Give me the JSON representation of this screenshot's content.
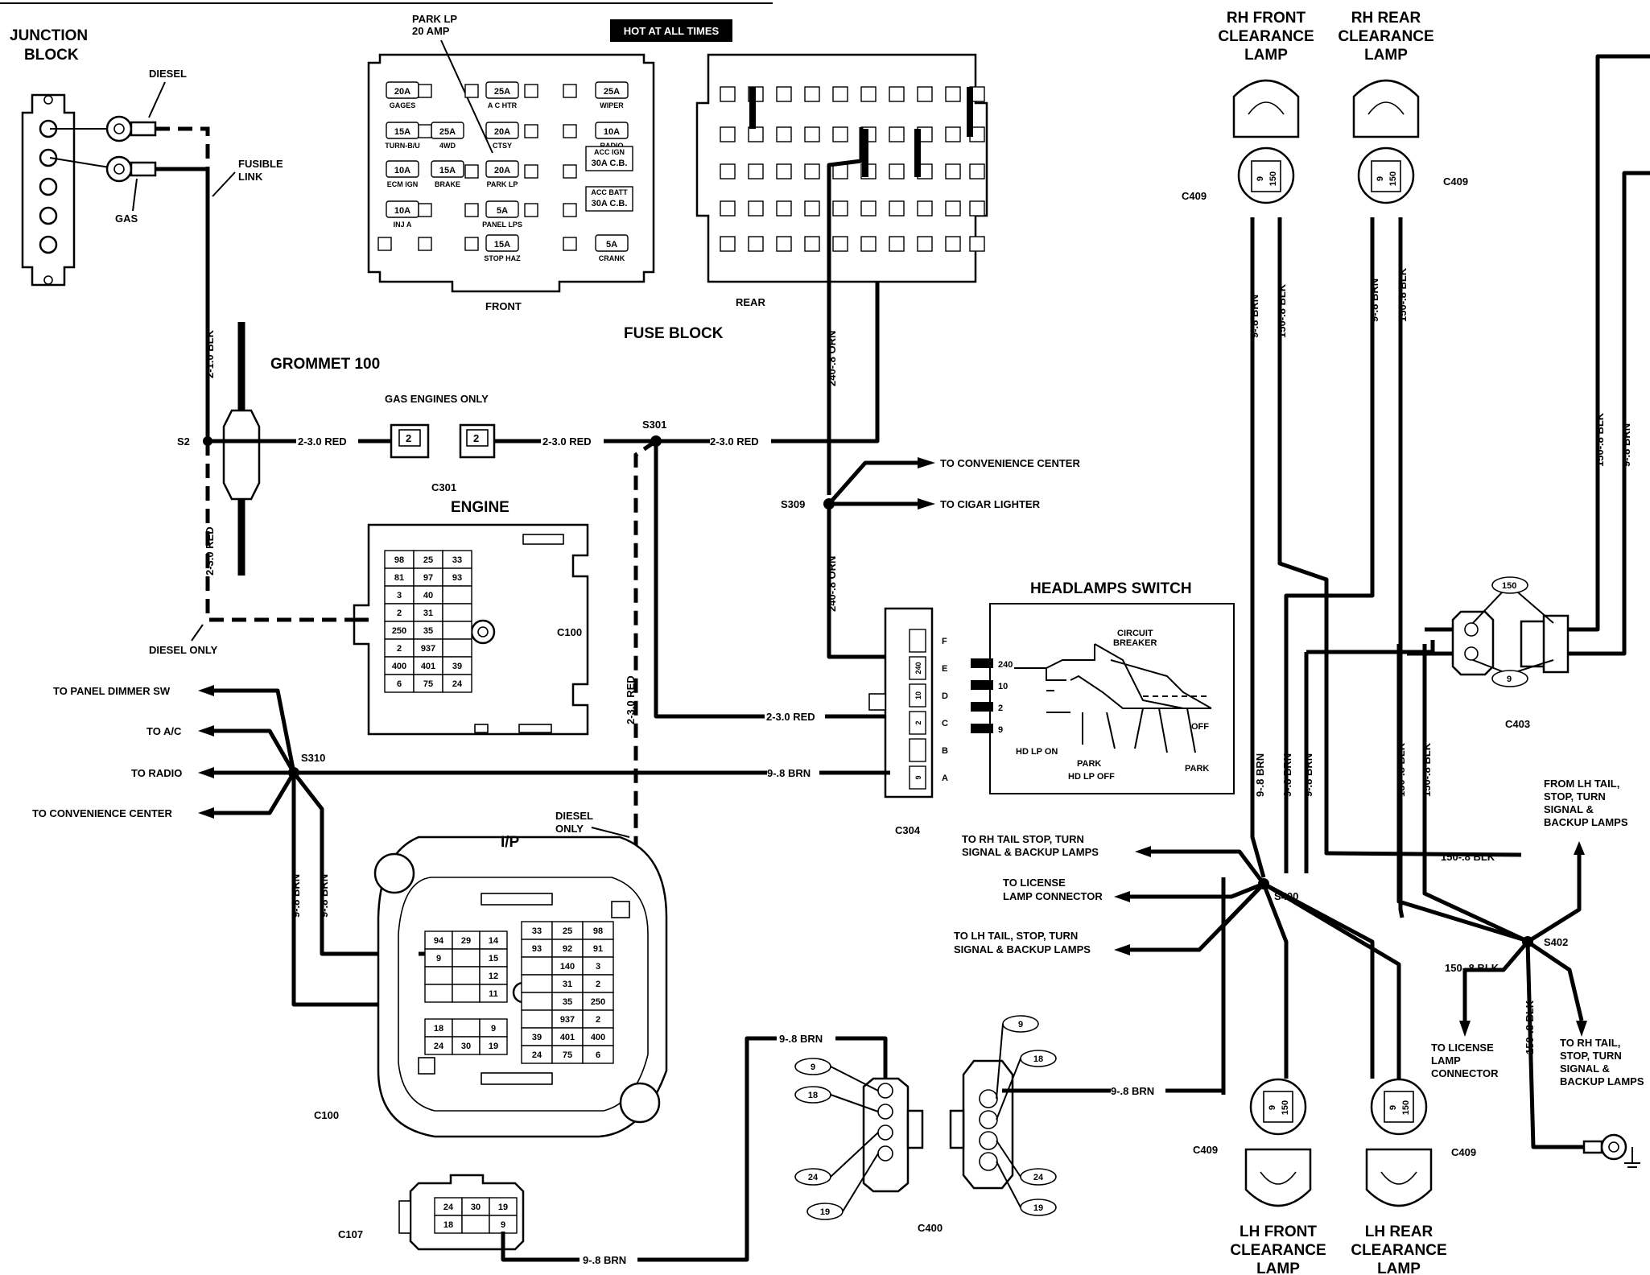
{
  "labels": {
    "junction_block": [
      "JUNCTION",
      "BLOCK"
    ],
    "diesel": "DIESEL",
    "gas": "GAS",
    "fusible_link": [
      "FUSIBLE",
      "LINK"
    ],
    "park_lp": [
      "PARK LP",
      "20 AMP"
    ],
    "hot_at_all_times": "HOT AT ALL TIMES",
    "front": "FRONT",
    "rear": "REAR",
    "fuse_block": "FUSE BLOCK",
    "grommet": "GROMMET 100",
    "gas_engines_only": "GAS ENGINES ONLY",
    "c301": "C301",
    "engine": "ENGINE",
    "c100": "C100",
    "diesel_only": "DIESEL ONLY",
    "s2": "S2",
    "s301": "S301",
    "s309": "S309",
    "s310": "S310",
    "to_convenience_center": "TO CONVENIENCE CENTER",
    "to_cigar_lighter": "TO CIGAR LIGHTER",
    "headlamps_switch": "HEADLAMPS SWITCH",
    "circuit_breaker": [
      "CIRCUIT",
      "BREAKER"
    ],
    "hd_lp_on": "HD LP   ON",
    "park": "PARK",
    "hd_lp_off": "HD LP   OFF",
    "off": "OFF",
    "c304": "C304",
    "to_panel_dimmer": "TO PANEL DIMMER SW",
    "to_ac": "TO A/C",
    "to_radio": "TO RADIO",
    "to_conv_center_left": "TO CONVENIENCE CENTER",
    "ip": "I/P",
    "diesel_only_ip": [
      "DIESEL",
      "ONLY"
    ],
    "c100_ip": "C100",
    "c107": "C107",
    "c400": "C400",
    "rh_front": [
      "RH FRONT",
      "CLEARANCE",
      "LAMP"
    ],
    "rh_rear": [
      "RH REAR",
      "CLEARANCE",
      "LAMP"
    ],
    "lh_front": [
      "LH FRONT",
      "CLEARANCE",
      "LAMP"
    ],
    "lh_rear": [
      "LH REAR",
      "CLEARANCE",
      "LAMP"
    ],
    "c409": "C409",
    "c403": "C403",
    "s400": "S400",
    "s402": "S402",
    "to_rh_tail": [
      "TO RH TAIL STOP, TURN",
      "SIGNAL & BACKUP LAMPS"
    ],
    "to_license_lamp": [
      "TO LICENSE",
      "LAMP CONNECTOR"
    ],
    "to_lh_tail": [
      "TO LH TAIL, STOP, TURN",
      "SIGNAL & BACKUP LAMPS"
    ],
    "from_lh_tail": [
      "FROM LH TAIL,",
      "STOP, TURN",
      "SIGNAL &",
      "BACKUP LAMPS"
    ],
    "to_license_lamp2": [
      "TO LICENSE",
      "LAMP",
      "CONNECTOR"
    ],
    "to_rh_tail2": [
      "TO RH TAIL,",
      "STOP, TURN",
      "SIGNAL &",
      "BACKUP LAMPS"
    ]
  },
  "wires": {
    "blk_2_1": "2-1.0 BLK",
    "red_2_3": "2-3.0 RED",
    "orn_240": "240-.8 ORN",
    "brn_9": "9-.8 BRN",
    "blk_150": "150-.8 BLK"
  },
  "fuses_front": [
    {
      "amp": "20A",
      "name": "GAGES"
    },
    {
      "amp": "25A",
      "name": "A C HTR"
    },
    {
      "amp": "25A",
      "name": "WIPER"
    },
    {
      "amp": "15A",
      "name": "TURN-B/U"
    },
    {
      "amp": "25A",
      "name": "4WD"
    },
    {
      "amp": "20A",
      "name": "CTSY"
    },
    {
      "amp": "10A",
      "name": "RADIO"
    },
    {
      "amp": "10A",
      "name": "ECM IGN"
    },
    {
      "amp": "15A",
      "name": "BRAKE"
    },
    {
      "amp": "20A",
      "name": "PARK LP"
    },
    {
      "amp": "10A",
      "name": "INJ A"
    },
    {
      "amp": "5A",
      "name": "PANEL LPS"
    },
    {
      "amp": "15A",
      "name": "STOP HAZ"
    },
    {
      "amp": "5A",
      "name": "CRANK"
    }
  ],
  "breakers": [
    {
      "tag": "ACC IGN",
      "amp": "30A C.B."
    },
    {
      "tag": "ACC BATT",
      "amp": "30A C.B."
    }
  ],
  "c100_engine_cells": [
    [
      "98",
      "25",
      "33"
    ],
    [
      "81",
      "97",
      "93"
    ],
    [
      "3",
      "40",
      ""
    ],
    [
      "2",
      "31",
      ""
    ],
    [
      "250",
      "35",
      ""
    ],
    [
      "2",
      "937",
      ""
    ],
    [
      "400",
      "401",
      "39"
    ],
    [
      "6",
      "75",
      "24"
    ]
  ],
  "ip_left_cells": [
    [
      "94",
      "29",
      "14"
    ],
    [
      "9",
      "",
      "15"
    ],
    [
      "",
      "",
      "12"
    ],
    [
      "",
      "",
      "11"
    ]
  ],
  "ip_mid_cells": [
    [
      "33",
      "25",
      "98"
    ],
    [
      "93",
      "92",
      "91"
    ],
    [
      "",
      "140",
      "3"
    ],
    [
      "",
      "31",
      "2"
    ],
    [
      "",
      "35",
      "250"
    ],
    [
      "",
      "937",
      "2"
    ],
    [
      "39",
      "401",
      "400"
    ],
    [
      "24",
      "75",
      "6"
    ]
  ],
  "ip_low_cells": [
    [
      "18",
      "",
      "9"
    ],
    [
      "24",
      "30",
      "19"
    ]
  ],
  "c107_cells": [
    [
      "24",
      "30",
      "19"
    ],
    [
      "18",
      "",
      "9"
    ]
  ],
  "c304_pins": [
    "F",
    "E",
    "D",
    "C",
    "B",
    "A"
  ],
  "c304_wires": [
    "",
    "240",
    "10",
    "2",
    "",
    "9"
  ],
  "hl_pins": [
    "240",
    "10",
    "2",
    "9"
  ],
  "c400_pins": [
    "9",
    "18",
    "24",
    "19"
  ],
  "c409_pins": [
    "9",
    "150"
  ],
  "c403_pins": [
    "150",
    "9"
  ]
}
